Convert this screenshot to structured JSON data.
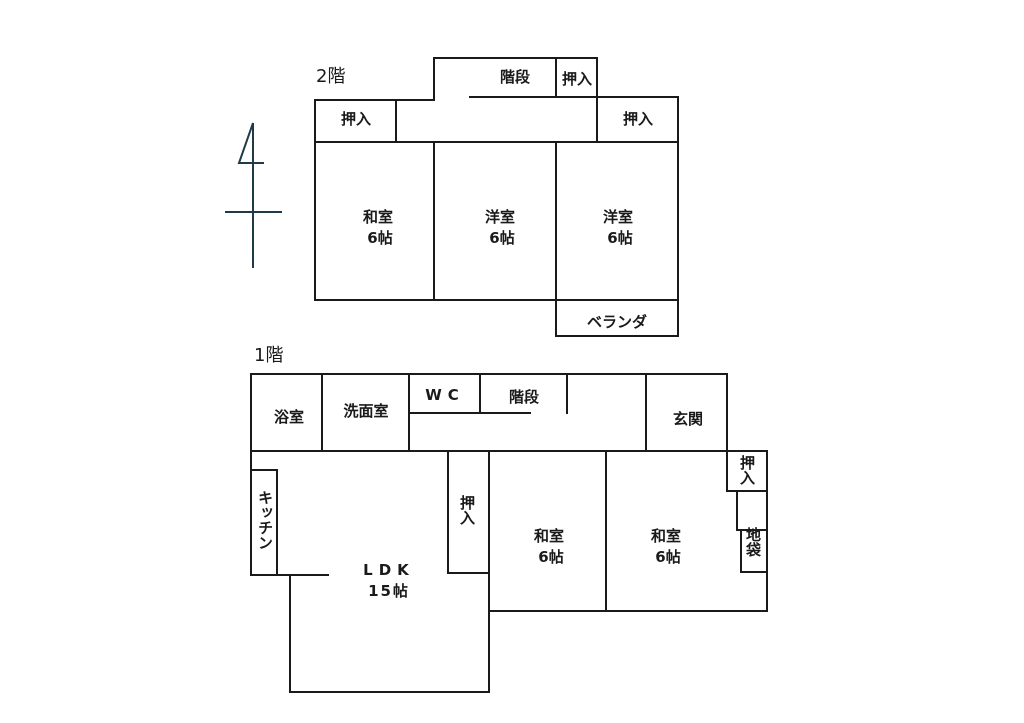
{
  "floor2": {
    "title": "2階",
    "rooms": {
      "stairs": "階段",
      "closet_top": "押入",
      "closet_left": "押入",
      "closet_right": "押入",
      "washitsu_name": "和室",
      "washitsu_size": "6帖",
      "youshitsu1_name": "洋室",
      "youshitsu1_size": "6帖",
      "youshitsu2_name": "洋室",
      "youshitsu2_size": "6帖",
      "veranda": "ベランダ"
    }
  },
  "floor1": {
    "title": "1階",
    "rooms": {
      "bath": "浴室",
      "washroom": "洗面室",
      "wc": "WC",
      "stairs": "階段",
      "entrance": "玄関",
      "closet_right": "押入",
      "jibukuro": "地袋",
      "kitchen": "キッチン",
      "closet_mid": "押入",
      "ldk_name": "LDK",
      "ldk_size": "15帖",
      "washitsu1_name": "和室",
      "washitsu1_size": "6帖",
      "washitsu2_name": "和室",
      "washitsu2_size": "6帖"
    }
  },
  "compass": {
    "icon": "north-arrow-icon"
  }
}
